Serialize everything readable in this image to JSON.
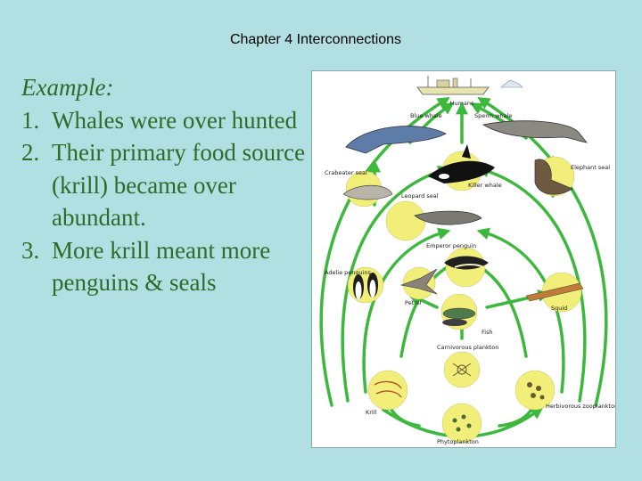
{
  "slide": {
    "header": "Chapter 4 Interconnections",
    "intro": "Example:",
    "items": [
      {
        "num": "1.",
        "text": "Whales were over hunted"
      },
      {
        "num": "2.",
        "text": "Their primary food source (krill)  became over abundant."
      },
      {
        "num": "3.",
        "text": "More krill meant more penguins & seals"
      }
    ]
  },
  "food_web": {
    "nodes": {
      "humans": "Humans",
      "blue_whale": "Blue whale",
      "sperm_whale": "Sperm whale",
      "crabeater_seal": "Crabeater seal",
      "killer_whale": "Killer whale",
      "elephant_seal": "Elephant seal",
      "leopard_seal": "Leopard seal",
      "emperor_penguin": "Emperor penguin",
      "adelie_penguins": "Adelie penguins",
      "petrel": "Petrel",
      "squid": "Squid",
      "fish": "Fish",
      "carnivorous_plankton": "Carnivorous plankton",
      "krill": "Krill",
      "herbivorous_zooplankton": "Herbivorous zooplankton",
      "phytoplankton": "Phytoplankton"
    },
    "colors": {
      "arrow": "#3cb83c",
      "node_circle": "#f2ee7a",
      "water": "#d8ecf2"
    }
  }
}
